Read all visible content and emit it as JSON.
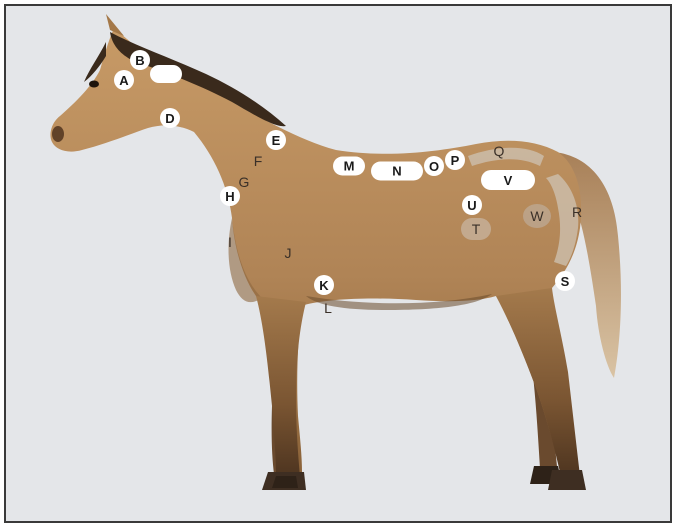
{
  "figure": {
    "subject": "horse-lateral-view",
    "colors": {
      "background": "#e4e6e9",
      "frame": "#3a3a3a",
      "coat": "#b48a58",
      "coat_dark": "#6e4e30",
      "mane_tail": "#c9ad8a",
      "hoof": "#4a3a2e"
    }
  },
  "labels": {
    "A": "A",
    "B": "B",
    "C": "",
    "D": "D",
    "E": "E",
    "F": "F",
    "G": "G",
    "H": "H",
    "I": "I",
    "J": "J",
    "K": "K",
    "L": "L",
    "M": "M",
    "N": "N",
    "O": "O",
    "P": "P",
    "Q": "Q",
    "R": "R",
    "S": "S",
    "T": "T",
    "U": "U",
    "V": "V",
    "W": "W"
  }
}
